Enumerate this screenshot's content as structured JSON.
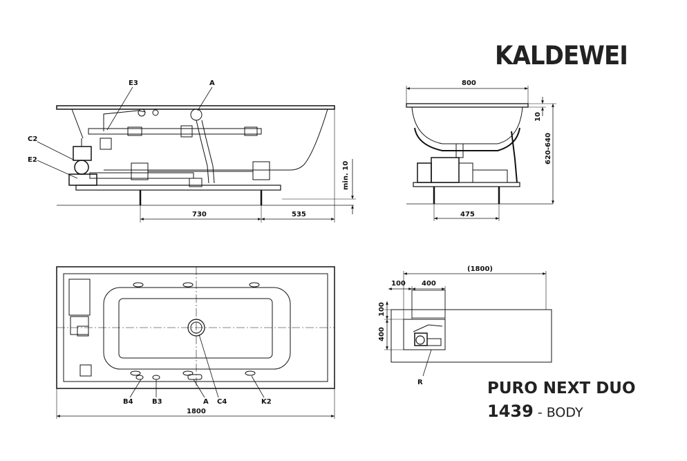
{
  "brand": "KALDEWEI",
  "product": {
    "name": "PURO NEXT DUO",
    "code": "1439",
    "separator": " - ",
    "variant": "BODY"
  },
  "side_view": {
    "labels": {
      "e3": "E3",
      "a": "A",
      "c2": "C2",
      "e2": "E2"
    },
    "dims": {
      "d730": "730",
      "d535": "535",
      "min10": "min. 10"
    }
  },
  "end_view": {
    "dims": {
      "d800": "800",
      "d10": "10",
      "d620": "620-640",
      "d475": "475"
    }
  },
  "plan_view": {
    "labels": {
      "b4": "B4",
      "b3": "B3",
      "a": "A",
      "c4": "C4",
      "k2": "K2"
    },
    "dims": {
      "d1800": "1800"
    }
  },
  "detail_view": {
    "dims": {
      "d1800p": "(1800)",
      "d100h": "100",
      "d400h": "400",
      "d100v": "100",
      "d400v": "400"
    },
    "labels": {
      "r": "R"
    }
  },
  "colors": {
    "line": "#111111",
    "text": "#222222"
  }
}
